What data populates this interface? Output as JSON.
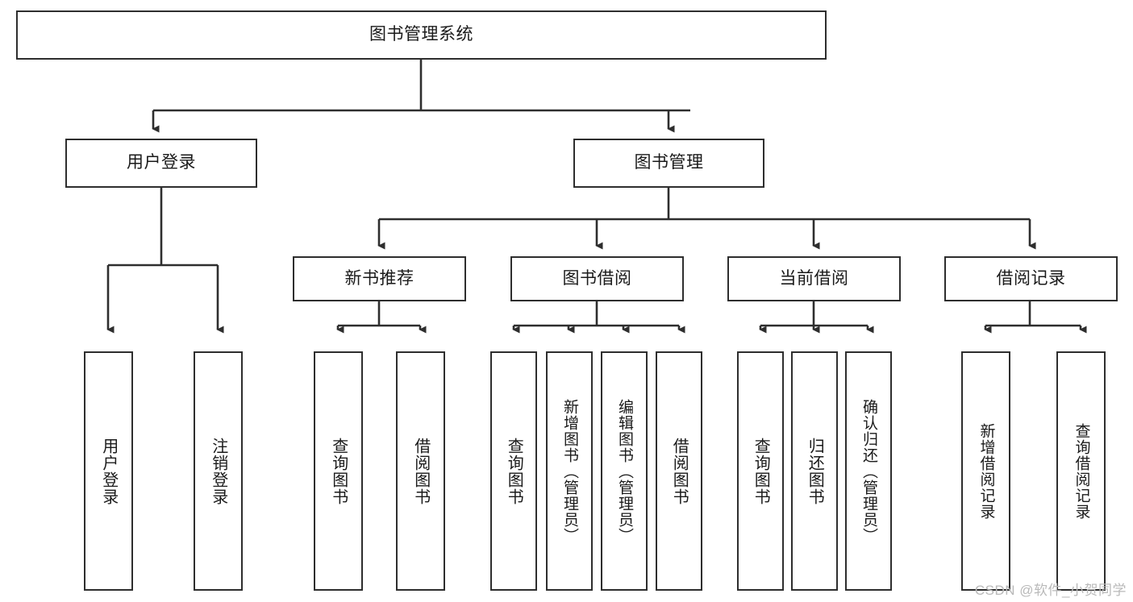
{
  "diagram": {
    "title": "图书管理系统",
    "type": "tree-hierarchy-diagram",
    "root": {
      "id": "root",
      "label": "图书管理系统"
    },
    "level2": [
      {
        "id": "user-login",
        "label": "用户登录"
      },
      {
        "id": "book-management",
        "label": "图书管理"
      }
    ],
    "level3": [
      {
        "id": "new-book-recommend",
        "label": "新书推荐",
        "parent": "book-management"
      },
      {
        "id": "book-borrow",
        "label": "图书借阅",
        "parent": "book-management"
      },
      {
        "id": "current-borrow",
        "label": "当前借阅",
        "parent": "book-management"
      },
      {
        "id": "borrow-record",
        "label": "借阅记录",
        "parent": "book-management"
      }
    ],
    "leaves": {
      "user_login": [
        {
          "id": "leaf-user-login",
          "label": "用户登录"
        },
        {
          "id": "leaf-logout-login",
          "label": "注销登录"
        }
      ],
      "new_book_recommend": [
        {
          "id": "leaf-query-book-1",
          "label": "查询图书"
        },
        {
          "id": "leaf-borrow-book-1",
          "label": "借阅图书"
        }
      ],
      "book_borrow": [
        {
          "id": "leaf-query-book-2",
          "label": "查询图书"
        },
        {
          "id": "leaf-add-book",
          "label": "新增图书（管理员）"
        },
        {
          "id": "leaf-edit-book",
          "label": "编辑图书（管理员）"
        },
        {
          "id": "leaf-borrow-book-2",
          "label": "借阅图书"
        }
      ],
      "current_borrow": [
        {
          "id": "leaf-query-book-3",
          "label": "查询图书"
        },
        {
          "id": "leaf-return-book",
          "label": "归还图书"
        },
        {
          "id": "leaf-confirm-return",
          "label": "确认归还（管理员）"
        }
      ],
      "borrow_record": [
        {
          "id": "leaf-add-borrow-record",
          "label": "新增借阅记录"
        },
        {
          "id": "leaf-query-borrow-record",
          "label": "查询借阅记录"
        }
      ]
    },
    "colors": {
      "stroke": "#2e2e2e",
      "background": "#ffffff",
      "text": "#1a1a1a",
      "watermark": "#b9b9b9"
    }
  },
  "watermark": {
    "text": "CSDN @软件_小贺同学"
  }
}
